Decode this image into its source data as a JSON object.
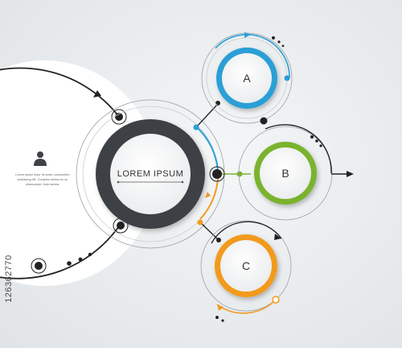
{
  "center": {
    "title": "LOREM IPSUM"
  },
  "nodes": [
    {
      "label": "A",
      "color": "#2a9fd6"
    },
    {
      "label": "B",
      "color": "#7ab32e"
    },
    {
      "label": "C",
      "color": "#f29a1f"
    }
  ],
  "info": {
    "icon": "person-icon",
    "line1": "Lorem ipsum dolor sit amet, consectetur",
    "line2": "adipiscing elit. Curabitur tacitus eu ac",
    "line3": "ullamcorper. Aute lacinia."
  },
  "stock_id": "126362770",
  "colors": {
    "ring_dark": "#3e4145",
    "line": "#222222",
    "background": "#e9ecee"
  }
}
